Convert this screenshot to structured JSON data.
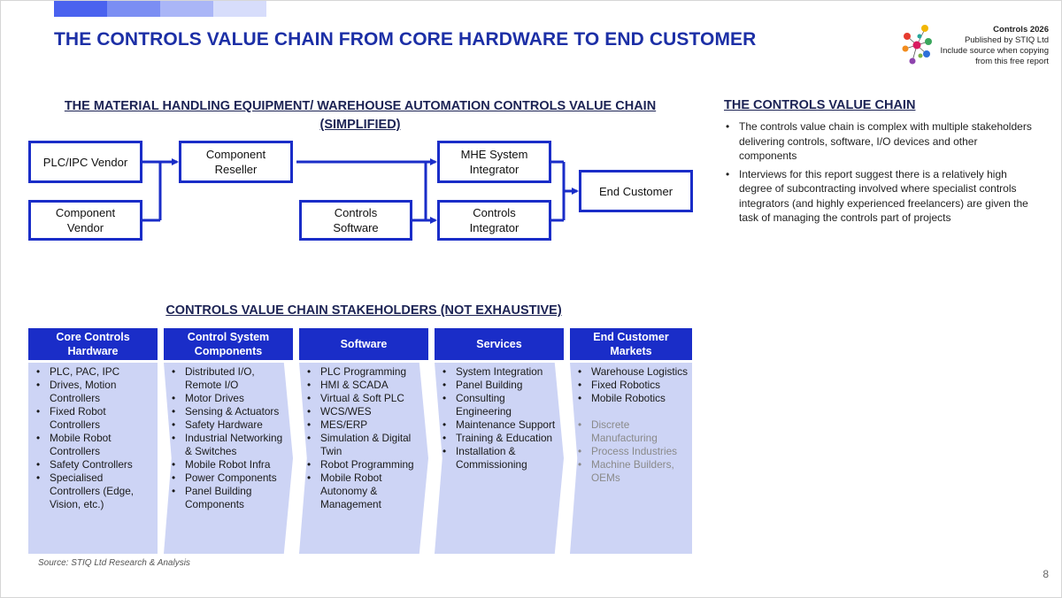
{
  "header": {
    "title": "THE CONTROLS VALUE CHAIN FROM CORE HARDWARE TO END CUSTOMER",
    "bar_colors": [
      "#4a62ef",
      "#7b8ef3",
      "#aab6f7",
      "#d7ddfb"
    ]
  },
  "branding": {
    "line1": "Controls 2026",
    "line2": "Published by STIQ Ltd",
    "line3": "Include source when copying",
    "line4": "from this free report"
  },
  "flow": {
    "title_line1": "THE MATERIAL HANDLING EQUIPMENT/ WAREHOUSE AUTOMATION CONTROLS VALUE CHAIN",
    "title_line2": "(SIMPLIFIED)",
    "nodes": {
      "plc_vendor": "PLC/IPC Vendor",
      "component_vendor_1": "Component",
      "component_vendor_2": "Vendor",
      "reseller_1": "Component",
      "reseller_2": "Reseller",
      "software_1": "Controls",
      "software_2": "Software",
      "mhe_1": "MHE System",
      "mhe_2": "Integrator",
      "integrator_1": "Controls",
      "integrator_2": "Integrator",
      "end_customer": "End Customer"
    }
  },
  "right_panel": {
    "title": "THE CONTROLS VALUE CHAIN",
    "bullets": [
      "The controls value chain is complex with multiple stakeholders delivering controls, software, I/O devices and other components",
      "Interviews for this report suggest there is a relatively high degree of subcontracting involved where specialist controls integrators (and highly experienced freelancers) are given the task of managing the controls part of projects"
    ]
  },
  "stakeholders": {
    "title": "CONTROLS VALUE CHAIN STAKEHOLDERS (NOT EXHAUSTIVE)",
    "columns": [
      {
        "heading_1": "Core Controls",
        "heading_2": "Hardware",
        "items": [
          "PLC, PAC, IPC",
          "Drives, Motion Controllers",
          "Fixed Robot Controllers",
          "Mobile Robot Controllers",
          "Safety Controllers",
          "Specialised Controllers (Edge, Vision, etc.)"
        ]
      },
      {
        "heading_1": "Control System",
        "heading_2": "Components",
        "items": [
          "Distributed I/O, Remote I/O",
          "Motor Drives",
          "Sensing & Actuators",
          "Safety Hardware",
          "Industrial Networking & Switches",
          "Mobile Robot Infra",
          "Power Components",
          "Panel Building Components"
        ]
      },
      {
        "heading_1": "Software",
        "heading_2": "",
        "items": [
          "PLC Programming",
          "HMI & SCADA",
          "Virtual & Soft PLC",
          "WCS/WES",
          "MES/ERP",
          "Simulation & Digital Twin",
          "Robot Programming",
          "Mobile Robot Autonomy & Management"
        ]
      },
      {
        "heading_1": "Services",
        "heading_2": "",
        "items": [
          "System Integration",
          "Panel Building",
          "Consulting Engineering",
          "Maintenance Support",
          "Training & Education",
          "Installation & Commissioning"
        ]
      },
      {
        "heading_1": "End Customer",
        "heading_2": "Markets",
        "items": [
          "Warehouse Logistics",
          "Fixed Robotics",
          "Mobile Robotics"
        ],
        "dim_items": [
          "Discrete Manufacturing",
          "Process Industries",
          "Machine Builders, OEMs"
        ]
      }
    ]
  },
  "footer": {
    "source": "Source: STIQ Ltd Research & Analysis",
    "page_number": "8"
  },
  "colors": {
    "accent": "#1a2dc8",
    "title": "#1c2fa6",
    "column_fill": "#cdd4f5"
  }
}
